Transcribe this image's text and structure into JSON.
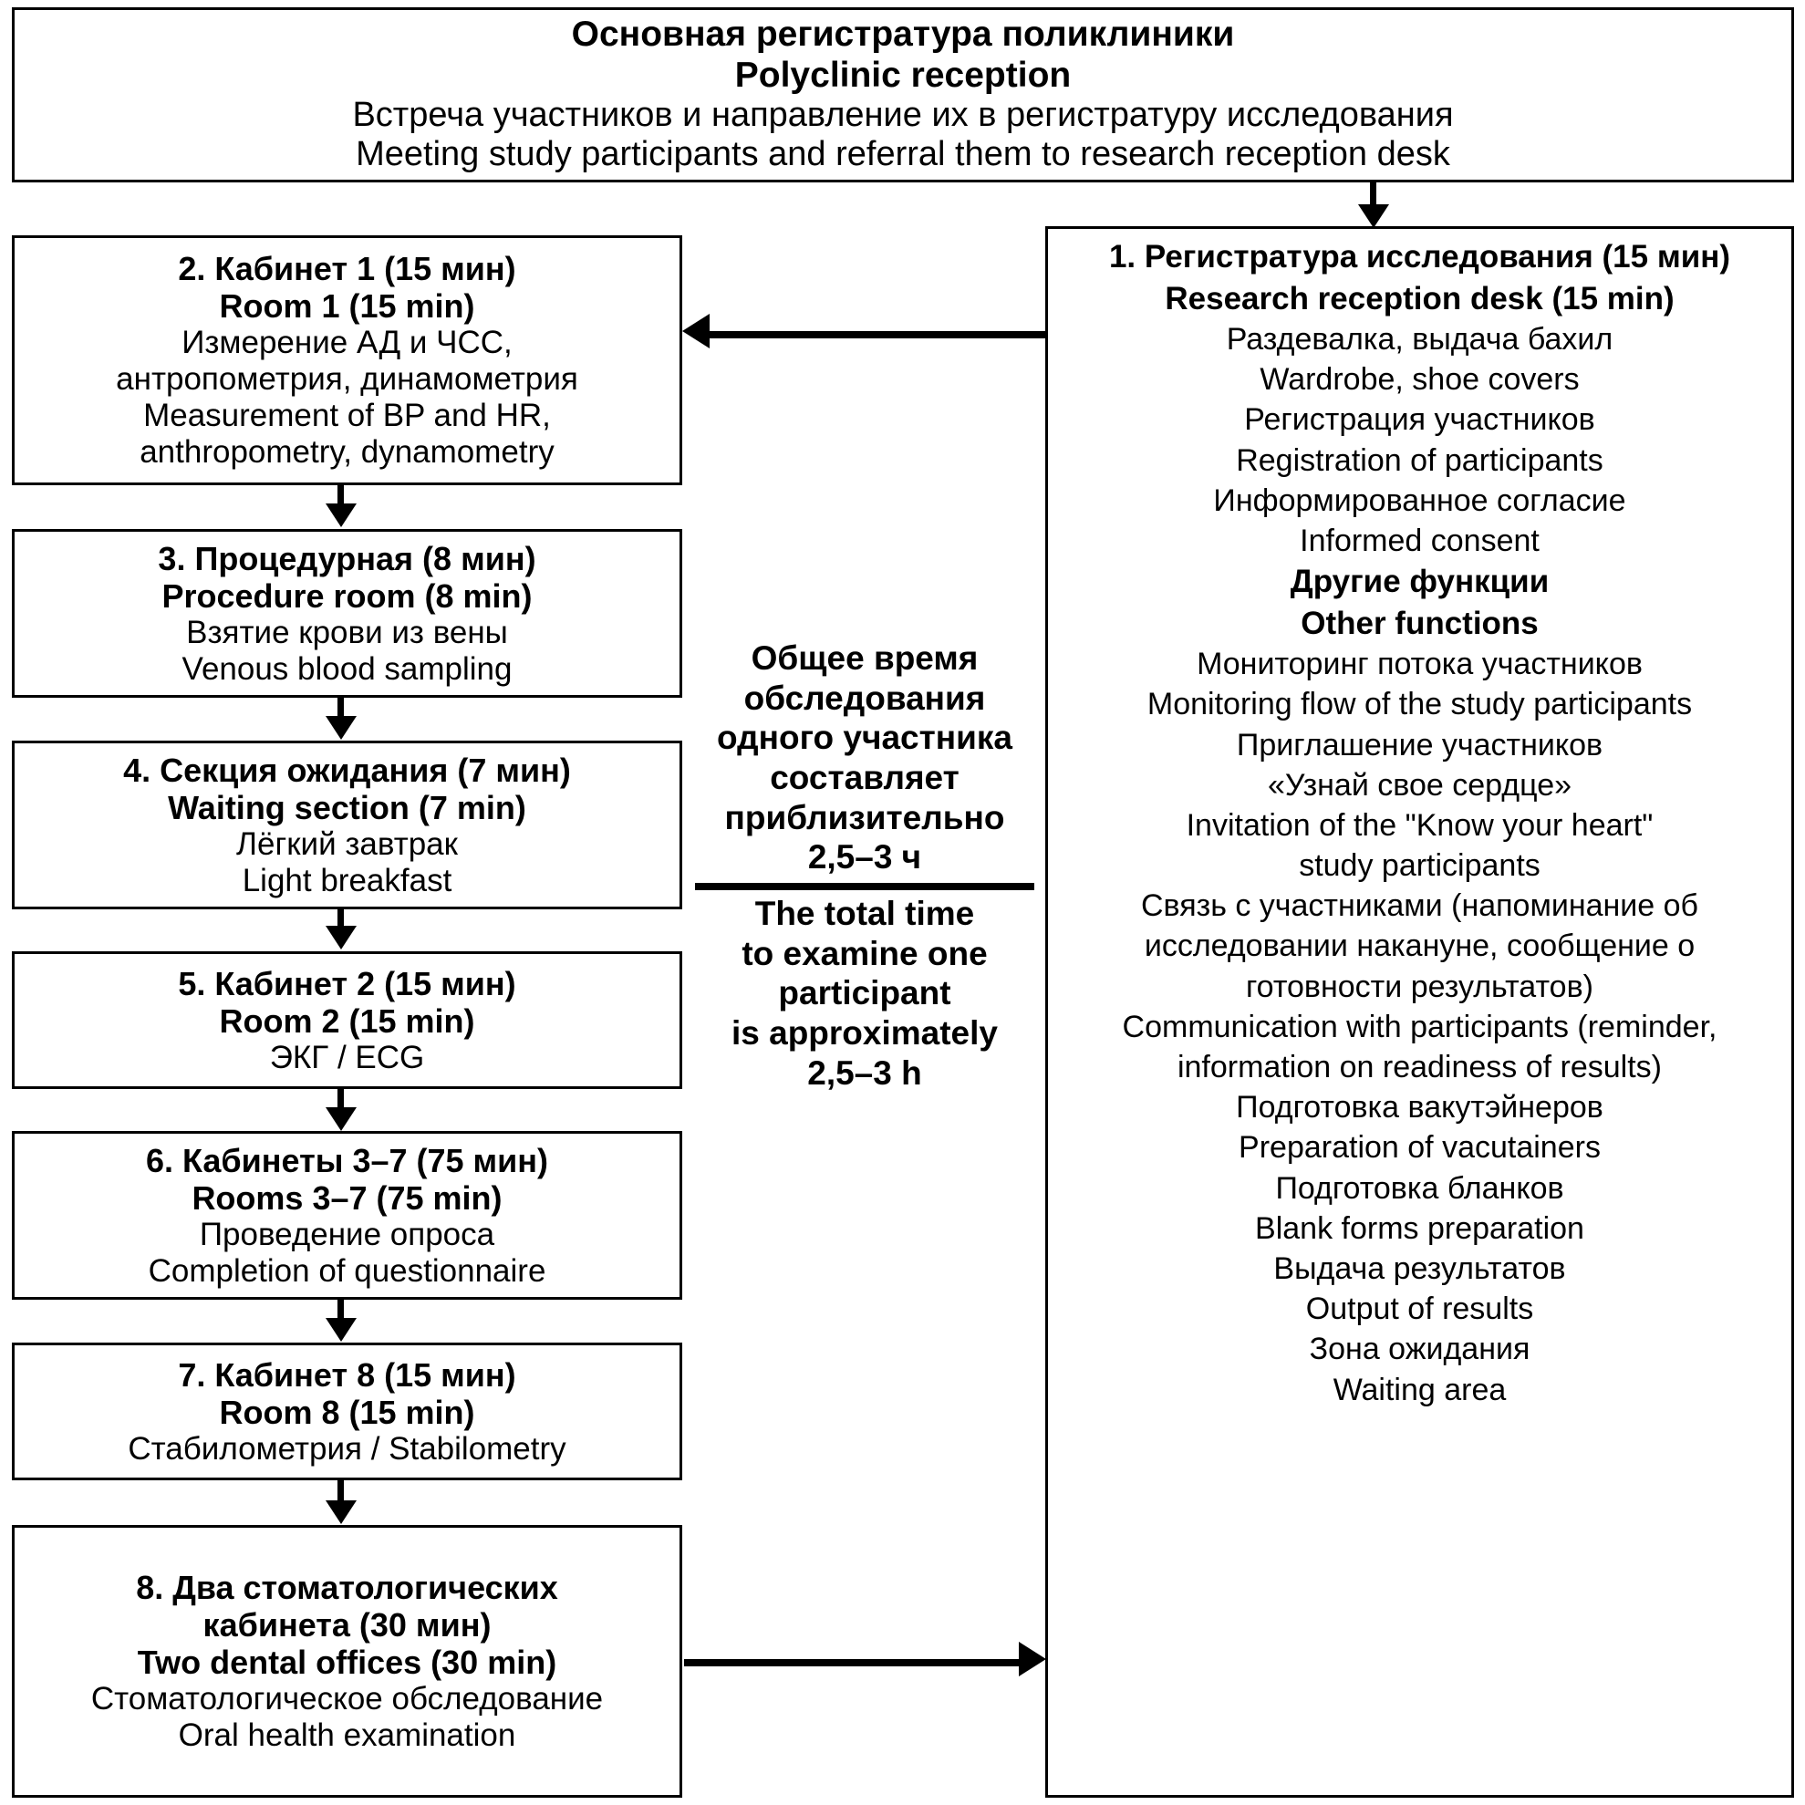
{
  "diagram": {
    "title_box": {
      "line_ru_title": "Основная регистратура поликлиники",
      "line_en_title": "Polyclinic reception",
      "line_ru_desc": "Встреча участников и направление их в регистратуру исследования",
      "line_en_desc": "Meeting study participants and referral them to research reception desk"
    },
    "left_steps": [
      {
        "ru_title": "2. Кабинет 1 (15 мин)",
        "en_title": "Room 1 (15 min)",
        "ru_desc_1": "Измерение АД и ЧСС,",
        "ru_desc_2": "антропометрия, динамометрия",
        "en_desc_1": "Measurement of BP and HR,",
        "en_desc_2": "anthropometry, dynamometry"
      },
      {
        "ru_title": "3. Процедурная (8 мин)",
        "en_title": "Procedure room (8 min)",
        "ru_desc_1": "Взятие крови из вены",
        "en_desc_1": "Venous blood sampling"
      },
      {
        "ru_title": "4. Секция ожидания (7 мин)",
        "en_title": "Waiting section (7 min)",
        "ru_desc_1": "Лёгкий завтрак",
        "en_desc_1": "Light breakfast"
      },
      {
        "ru_title": "5. Кабинет 2 (15 мин)",
        "en_title": "Room 2 (15 min)",
        "ru_desc_1": "ЭКГ / ECG"
      },
      {
        "ru_title": "6. Кабинеты 3–7 (75 мин)",
        "en_title": "Rooms 3–7 (75 min)",
        "ru_desc_1": "Проведение опроса",
        "en_desc_1": "Completion of questionnaire"
      },
      {
        "ru_title": "7. Кабинет 8 (15 мин)",
        "en_title": "Room 8 (15 min)",
        "ru_desc_1": "Стабилометрия / Stabilometry"
      },
      {
        "ru_title_1": "8. Два стоматологических",
        "ru_title_2": "кабинета (30 мин)",
        "en_title": "Two dental offices (30 min)",
        "ru_desc_1": "Стоматологическое обследование",
        "en_desc_1": "Oral health examination"
      }
    ],
    "center_note": {
      "ru_lines": [
        "Общее время",
        "обследования",
        "одного участника",
        "составляет",
        "приблизительно",
        "2,5–3 ч"
      ],
      "en_lines": [
        "The total time",
        "to examine one",
        "participant",
        "is approximately",
        "2,5–3 h"
      ]
    },
    "right_box": {
      "ru_title": "1. Регистратура исследования (15 мин)",
      "en_title": "Research reception desk (15 min)",
      "lines": [
        "Раздевалка, выдача бахил",
        "Wardrobe, shoe covers",
        "Регистрация участников",
        "Registration of participants",
        "Информированное согласие",
        "Informed consent"
      ],
      "other_ru_heading": "Другие функции",
      "other_en_heading": "Other functions",
      "other_lines": [
        "Мониторинг потока участников",
        "Monitoring flow of the study participants",
        "Приглашение участников",
        "«Узнай свое сердце»",
        "Invitation of the \"Know your heart\"",
        "study participants",
        "Связь с участниками (напоминание об",
        "исследовании накануне, сообщение о",
        "готовности результатов)",
        "Communication with participants (reminder,",
        "information on readiness of results)",
        "Подготовка вакутэйнеров",
        "Preparation of vacutainers",
        "Подготовка бланков",
        "Blank forms preparation",
        "Выдача результатов",
        "Output of results",
        "Зона ожидания",
        "Waiting area"
      ]
    },
    "colors": {
      "stroke": "#000000",
      "background": "#ffffff"
    }
  }
}
